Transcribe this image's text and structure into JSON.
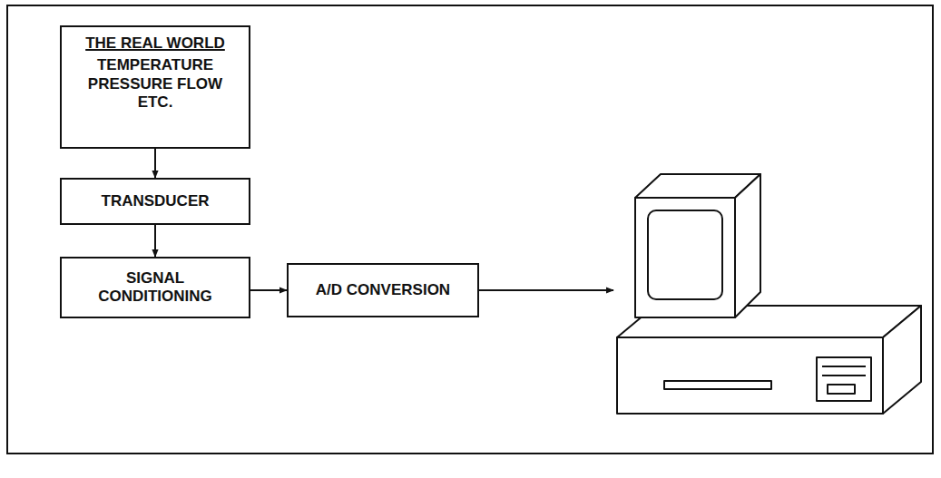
{
  "diagram": {
    "nodes": [
      {
        "text": [
          "THE REAL WORLD",
          "TEMPERATURE PRESSURE FLOW ETC."
        ]
      },
      {
        "text": [
          "TRANSDUCER"
        ]
      },
      {
        "text": [
          "SIGNAL CONDITIONING"
        ]
      },
      {
        "text": [
          "A/D CONVERSION"
        ]
      }
    ],
    "edges": [
      {
        "from": 0,
        "to": 1,
        "arrow": "to"
      },
      {
        "from": 1,
        "to": 2,
        "arrow": "to"
      },
      {
        "from": 2,
        "to": 3,
        "arrow": "to"
      }
    ]
  }
}
